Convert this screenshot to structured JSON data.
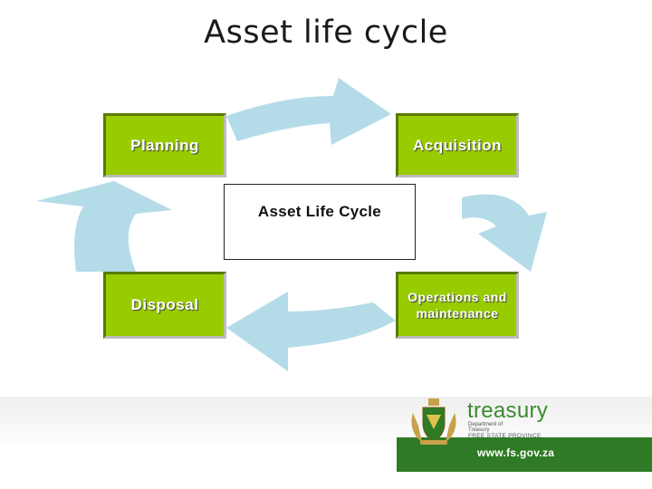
{
  "title": "Asset life cycle",
  "stages": {
    "planning": "Planning",
    "acquisition": "Acquisition",
    "operations_line1": "Operations and",
    "operations_line2": "maintenance",
    "disposal": "Disposal"
  },
  "center_label": "Asset  Life Cycle",
  "footer": {
    "brand_name": "treasury",
    "department_line1": "Department of",
    "department_line2": "Treasury",
    "province": "FREE STATE PROVINCE",
    "url": "www.fs.gov.za"
  },
  "colors": {
    "stage_fill": "#99cc00",
    "arrow_fill": "#b4dbe8",
    "footer_bar": "#2f7a25",
    "brand_text": "#3b8a2e"
  }
}
